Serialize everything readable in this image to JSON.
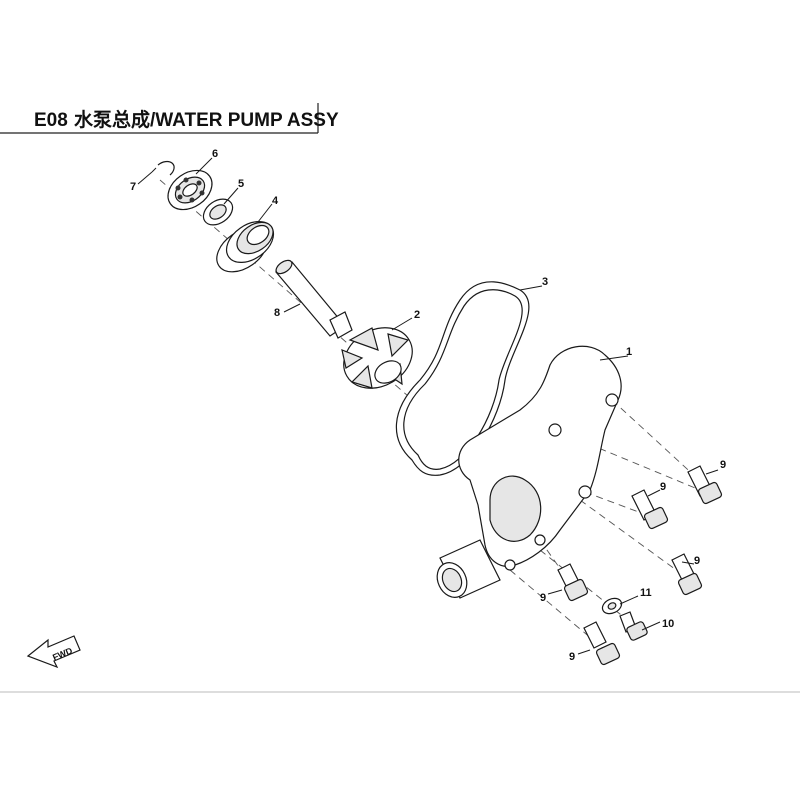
{
  "header": {
    "code": "E08",
    "title": "水泵总成/WATER PUMP ASSY"
  },
  "fwd_label": "FWD",
  "callouts": [
    {
      "id": "c1",
      "label": "1",
      "part": "pump-cover"
    },
    {
      "id": "c2",
      "label": "2",
      "part": "impeller"
    },
    {
      "id": "c3",
      "label": "3",
      "part": "o-ring"
    },
    {
      "id": "c4",
      "label": "4",
      "part": "mechanical-seal"
    },
    {
      "id": "c5",
      "label": "5",
      "part": "oil-seal"
    },
    {
      "id": "c6",
      "label": "6",
      "part": "bearing"
    },
    {
      "id": "c7",
      "label": "7",
      "part": "circlip"
    },
    {
      "id": "c8",
      "label": "8",
      "part": "pump-shaft"
    },
    {
      "id": "c9a",
      "label": "9",
      "part": "bolt"
    },
    {
      "id": "c9b",
      "label": "9",
      "part": "bolt"
    },
    {
      "id": "c9c",
      "label": "9",
      "part": "bolt"
    },
    {
      "id": "c9d",
      "label": "9",
      "part": "bolt"
    },
    {
      "id": "c9e",
      "label": "9",
      "part": "bolt"
    },
    {
      "id": "c10",
      "label": "10",
      "part": "drain-bolt"
    },
    {
      "id": "c11",
      "label": "11",
      "part": "washer"
    }
  ],
  "colors": {
    "line": "#1a1a1a",
    "background": "#ffffff",
    "shade": "#e6e6e6"
  }
}
